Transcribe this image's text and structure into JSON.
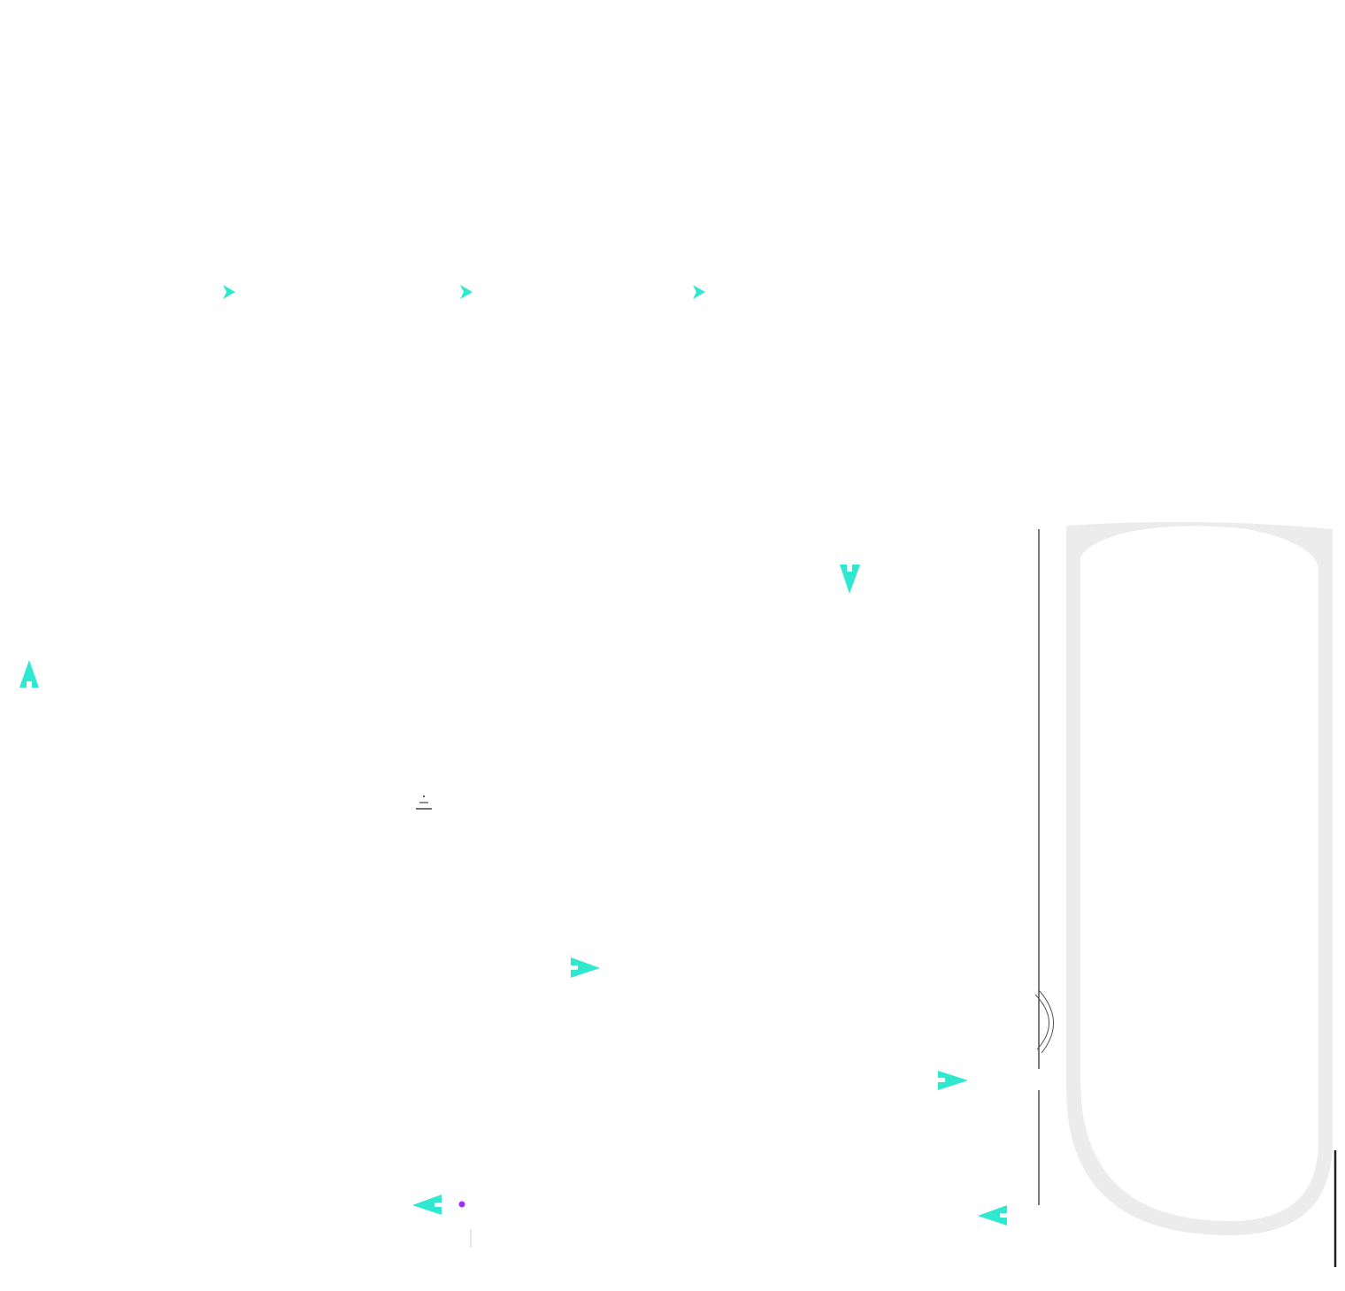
{
  "canvas": {
    "background": "#ffffff"
  },
  "colors": {
    "arrow": "#2ee8cf",
    "wall": "#222222",
    "thin_line": "#cccccc",
    "tub_shell": "#ececec",
    "tub_inner": "#ffffff",
    "dot": "#9b30ff",
    "door_arc": "#555555"
  },
  "symbols": {
    "small_arrow_icon": "arrow-small-icon",
    "direction_arrow_icon": "arrow-direction-icon",
    "bathtub_icon": "bathtub-icon",
    "door_swing_icon": "door-swing-icon",
    "marker_dot_icon": "marker-dot-icon",
    "stair_symbol_icon": "step-symbol-icon"
  },
  "directions": {
    "small_arrows": [
      "right",
      "right",
      "right"
    ],
    "large_arrows": [
      "down",
      "up",
      "right",
      "right",
      "left",
      "left"
    ]
  }
}
